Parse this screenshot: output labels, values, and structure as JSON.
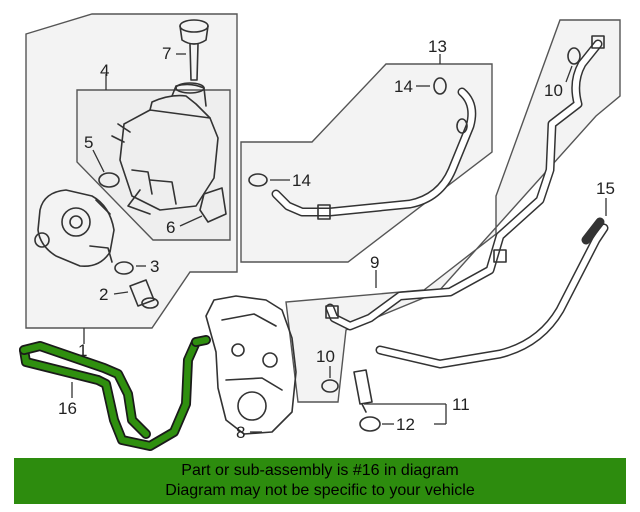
{
  "callouts": {
    "c1": "1",
    "c2": "2",
    "c3": "3",
    "c4": "4",
    "c5": "5",
    "c6": "6",
    "c7": "7",
    "c8": "8",
    "c9": "9",
    "c10a": "10",
    "c10b": "10",
    "c11": "11",
    "c12": "12",
    "c13": "13",
    "c14a": "14",
    "c14b": "14",
    "c15": "15",
    "c16": "16"
  },
  "banner": {
    "line1": "Part or sub-assembly is #16 in diagram",
    "line2": "Diagram may not be specific to your vehicle"
  },
  "colors": {
    "highlight": "#2f8f0f",
    "banner": "#2d8c0e"
  }
}
